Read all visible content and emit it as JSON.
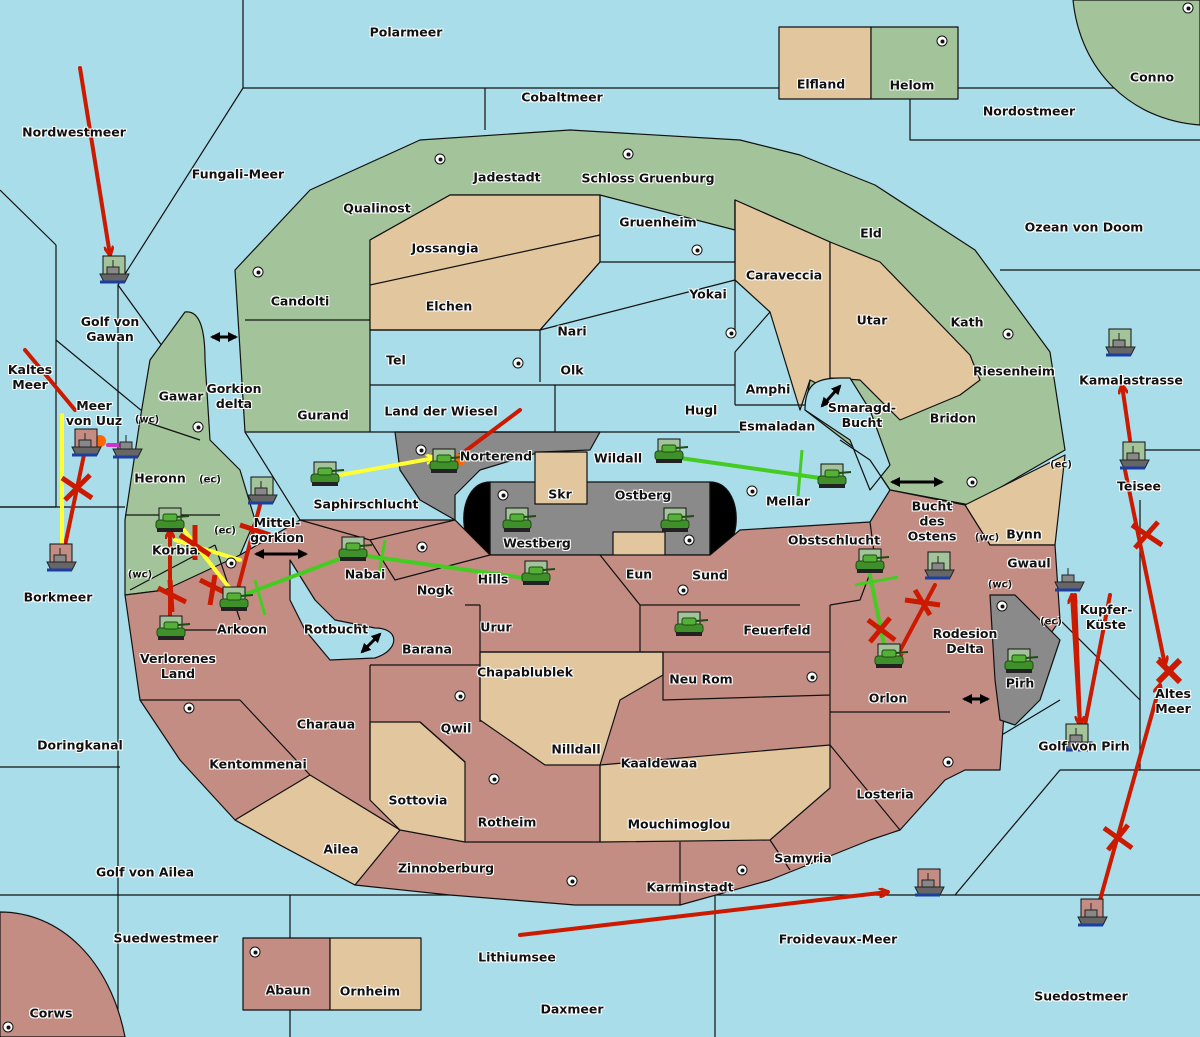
{
  "colors": {
    "sea": "#a8dde9",
    "green_power": "#a3c49a",
    "red_power": "#c48d84",
    "neutral": "#e2c69e",
    "impassable": "#8a8a8a",
    "border": "#111111",
    "order_move": "#cc1a00",
    "order_support": "#ffff33",
    "order_support_green": "#44cc22",
    "order_convoy": "#cc33cc",
    "dislodged": "#ff6600"
  },
  "labels": {
    "polarmeer": "Polarmeer",
    "cobaltmeer": "Cobaltmeer",
    "nordwestmeer": "Nordwestmeer",
    "fungali": "Fungali-Meer",
    "elfland": "Elfland",
    "helom": "Helom",
    "conno": "Conno",
    "nordostmeer": "Nordostmeer",
    "jadestadt": "Jadestadt",
    "schloss": "Schloss Gruenburg",
    "qualinost": "Qualinost",
    "candolti": "Candolti",
    "jossangia": "Jossangia",
    "elchen": "Elchen",
    "gruenheim": "Gruenheim",
    "caraveccia": "Caraveccia",
    "eld": "Eld",
    "ozean": "Ozean von Doom",
    "yokai": "Yokai",
    "nari": "Nari",
    "utar": "Utar",
    "kath": "Kath",
    "tel": "Tel",
    "olk": "Olk",
    "gurand": "Gurand",
    "landwiesel": "Land der Wiesel",
    "hugl": "Hugl",
    "amphi": "Amphi",
    "riesenheim": "Riesenheim",
    "kamalastrasse": "Kamalastrasse",
    "golfgawan": "Golf von\nGawan",
    "gorkiondelta": "Gorkion\ndelta",
    "gawar": "Gawar",
    "kaltesmeer": "Kaltes\nMeer",
    "meeruuz": "Meer\nvon Uuz",
    "heronn": "Heronn",
    "smaragd": "Smaragd-\nBucht",
    "esmaladan": "Esmaladan",
    "bridon": "Bridon",
    "norterend": "Norterend",
    "wildall": "Wildall",
    "skr": "Skr",
    "saphirschlucht": "Saphirschlucht",
    "ostberg": "Ostberg",
    "mellar": "Mellar",
    "teisee": "Teisee",
    "westberg": "Westberg",
    "mittelgorkion": "Mittel-\ngorkion",
    "korbia": "Korbia",
    "buchtostens": "Bucht\ndes\nOstens",
    "bynn": "Bynn",
    "obstschlucht": "Obstschlucht",
    "nabai": "Nabai",
    "hills": "Hills",
    "eun": "Eun",
    "sund": "Sund",
    "gwaul": "Gwaul",
    "borkmeer": "Borkmeer",
    "nogk": "Nogk",
    "kupferkueste": "Kupfer-\nKüste",
    "arkoon": "Arkoon",
    "urur": "Urur",
    "feuerfeld": "Feuerfeld",
    "rotbucht": "Rotbucht",
    "rodesion": "Rodesion\nDelta",
    "barana": "Barana",
    "verlorenes": "Verlorenes\nLand",
    "chapablublek": "Chapablublek",
    "neurom": "Neu Rom",
    "pirh": "Pirh",
    "orlon": "Orlon",
    "altesmeer": "Altes\nMeer",
    "charaua": "Charaua",
    "qwil": "Qwil",
    "doringkanal": "Doringkanal",
    "nilldall": "Nilldall",
    "golfpirh": "Golf von Pirh",
    "kentommenai": "Kentommenai",
    "kaaldewaa": "Kaaldewaa",
    "losteria": "Losteria",
    "sottovia": "Sottovia",
    "rotheim": "Rotheim",
    "mouchimoglou": "Mouchimoglou",
    "ailea": "Ailea",
    "samyria": "Samyria",
    "zinnoberburg": "Zinnoberburg",
    "golfailea": "Golf von Ailea",
    "karminstadt": "Karminstadt",
    "suedwestmeer": "Suedwestmeer",
    "froidevaux": "Froidevaux-Meer",
    "lithiumsee": "Lithiumsee",
    "abaun": "Abaun",
    "ornheim": "Ornheim",
    "suedostmeer": "Suedostmeer",
    "daxmeer": "Daxmeer",
    "corws": "Corws"
  },
  "coast_tags": {
    "wc": "(wc)",
    "ec": "(ec)"
  },
  "units": [
    {
      "type": "fleet",
      "power": "green",
      "territory": "Golf von Gawan"
    },
    {
      "type": "fleet",
      "power": "red",
      "territory": "Meer von Uuz",
      "status": "dislodged"
    },
    {
      "type": "fleet",
      "power": "none",
      "territory": "Meer von Uuz"
    },
    {
      "type": "fleet",
      "power": "red",
      "territory": "Borkmeer"
    },
    {
      "type": "fleet",
      "power": "green",
      "territory": "Mittelgorkion"
    },
    {
      "type": "army",
      "power": "green",
      "territory": "Korbia"
    },
    {
      "type": "army",
      "power": "green",
      "territory": "Arkoon"
    },
    {
      "type": "army",
      "power": "green",
      "territory": "Verlorenes Land"
    },
    {
      "type": "army",
      "power": "green",
      "territory": "Saphirschlucht"
    },
    {
      "type": "army",
      "power": "green",
      "territory": "Norterend",
      "status": "dislodged"
    },
    {
      "type": "army",
      "power": "green",
      "territory": "Nabai"
    },
    {
      "type": "army",
      "power": "green",
      "territory": "Hills"
    },
    {
      "type": "army",
      "power": "green",
      "territory": "Westberg"
    },
    {
      "type": "army",
      "power": "green",
      "territory": "Ostberg"
    },
    {
      "type": "army",
      "power": "green",
      "territory": "Wildall"
    },
    {
      "type": "army",
      "power": "green",
      "territory": "Mellar"
    },
    {
      "type": "army",
      "power": "green",
      "territory": "Obstschlucht"
    },
    {
      "type": "army",
      "power": "green",
      "territory": "Orlon"
    },
    {
      "type": "army",
      "power": "green",
      "territory": "Feuerfeld"
    },
    {
      "type": "army",
      "power": "green",
      "territory": "Pirh"
    },
    {
      "type": "fleet",
      "power": "green",
      "territory": "Bucht des Ostens"
    },
    {
      "type": "fleet",
      "power": "green",
      "territory": "Kamalastrasse"
    },
    {
      "type": "fleet",
      "power": "green",
      "territory": "Teisee"
    },
    {
      "type": "fleet",
      "power": "none",
      "territory": "Gwaul"
    },
    {
      "type": "fleet",
      "power": "green",
      "territory": "Golf von Pirh"
    },
    {
      "type": "fleet",
      "power": "red",
      "territory": "Froidevaux-Meer"
    },
    {
      "type": "fleet",
      "power": "red",
      "territory": "Suedostmeer"
    }
  ]
}
